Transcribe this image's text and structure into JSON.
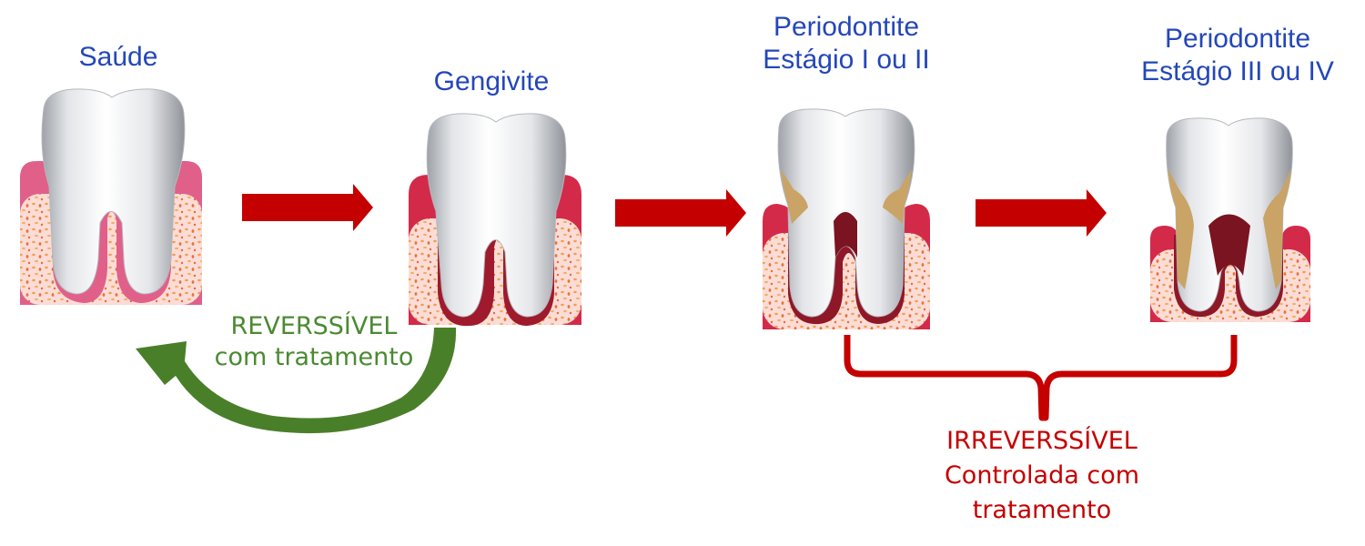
{
  "colors": {
    "title_blue": "#2447b8",
    "arrow_red": "#c40000",
    "reversible_green": "#4a8a32",
    "gum_healthy": "#e0608a",
    "gum_inflamed": "#d42a4a",
    "bone_fill": "#fbdcd6",
    "tartar": "#c9a466",
    "root_dark": "#7a1420"
  },
  "stages": [
    {
      "id": "saude",
      "title_lines": [
        "Saúde"
      ],
      "condition": "healthy"
    },
    {
      "id": "gengivite",
      "title_lines": [
        "Gengivite"
      ],
      "condition": "gingivitis"
    },
    {
      "id": "periodontite-1-2",
      "title_lines": [
        "Periodontite",
        "Estágio I ou II"
      ],
      "condition": "periodontitis-early"
    },
    {
      "id": "periodontite-3-4",
      "title_lines": [
        "Periodontite",
        "Estágio III ou IV"
      ],
      "condition": "periodontitis-advanced"
    }
  ],
  "progression_arrows": [
    {
      "from": "saude",
      "to": "gengivite",
      "icon": "arrow-right-icon"
    },
    {
      "from": "gengivite",
      "to": "periodontite-1-2",
      "icon": "arrow-right-icon"
    },
    {
      "from": "periodontite-1-2",
      "to": "periodontite-3-4",
      "icon": "arrow-right-icon"
    }
  ],
  "reversible": {
    "from": "gengivite",
    "to": "saude",
    "icon": "curved-arrow-back-icon",
    "label_lines": [
      "REVERSSÍVEL",
      "com tratamento"
    ]
  },
  "irreversible": {
    "spans": [
      "periodontite-1-2",
      "periodontite-3-4"
    ],
    "icon": "curly-brace-icon",
    "label_lines": [
      "IRREVERSSÍVEL",
      "Controlada com",
      "tratamento"
    ]
  }
}
